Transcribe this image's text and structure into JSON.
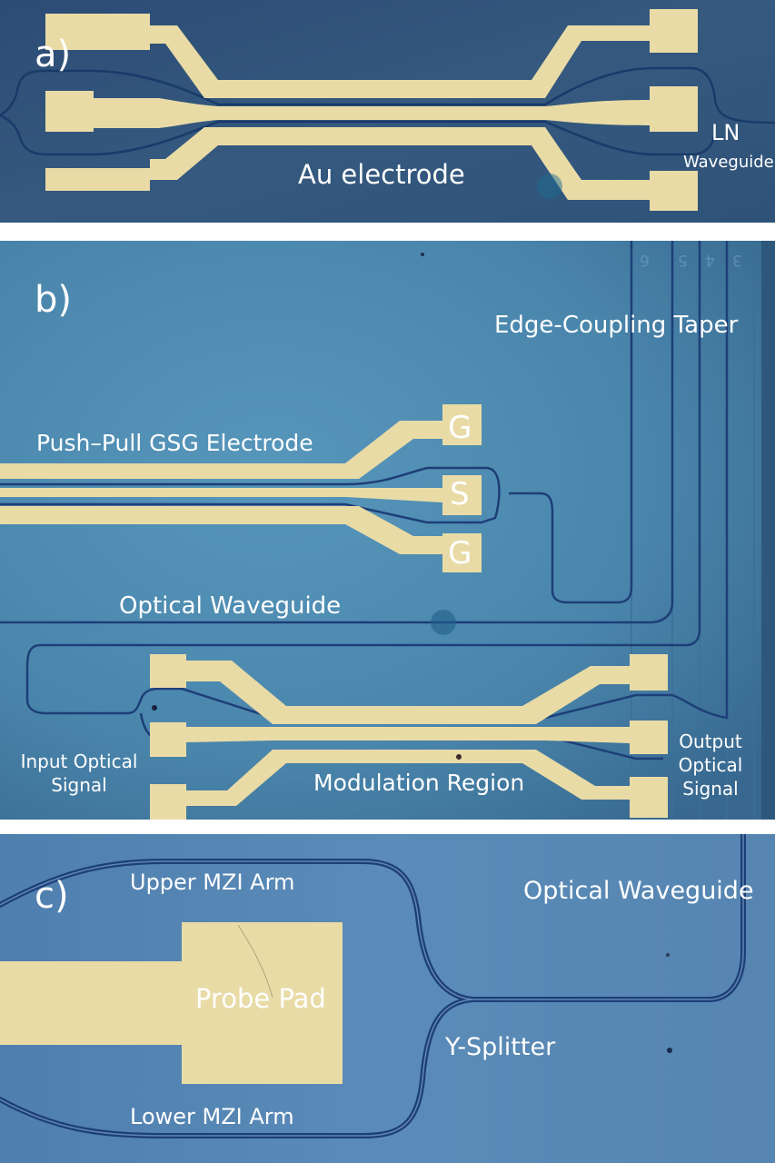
{
  "panel_a": {
    "letter": "a)",
    "electrode_label": "Au electrode",
    "waveguide_label_line1": "LN",
    "waveguide_label_line2": "Waveguide"
  },
  "panel_b": {
    "letter": "b)",
    "edge_taper_label": "Edge-Coupling Taper",
    "gsg_label": "Push–Pull GSG Electrode",
    "pad_g_top": "G",
    "pad_s": "S",
    "pad_g_bottom": "G",
    "waveguide_label": "Optical Waveguide",
    "input_label": "Input Optical\nSignal",
    "modulation_label": "Modulation Region",
    "output_label": "Output\nOptical\nSignal",
    "channel_numbers": [
      "6",
      "5",
      "4",
      "3"
    ]
  },
  "panel_c": {
    "letter": "c)",
    "upper_arm_label": "Upper MZI Arm",
    "waveguide_label": "Optical Waveguide",
    "probe_pad_label": "Probe Pad",
    "splitter_label": "Y-Splitter",
    "lower_arm_label": "Lower MZI Arm"
  },
  "colors": {
    "gold": "#e9dba6",
    "panel_a_bg": "#32557f",
    "panel_b_bg": "#4a86ac",
    "panel_c_bg": "#5887b4",
    "waveguide": "#1d3f78",
    "separator": "#ffffff"
  }
}
